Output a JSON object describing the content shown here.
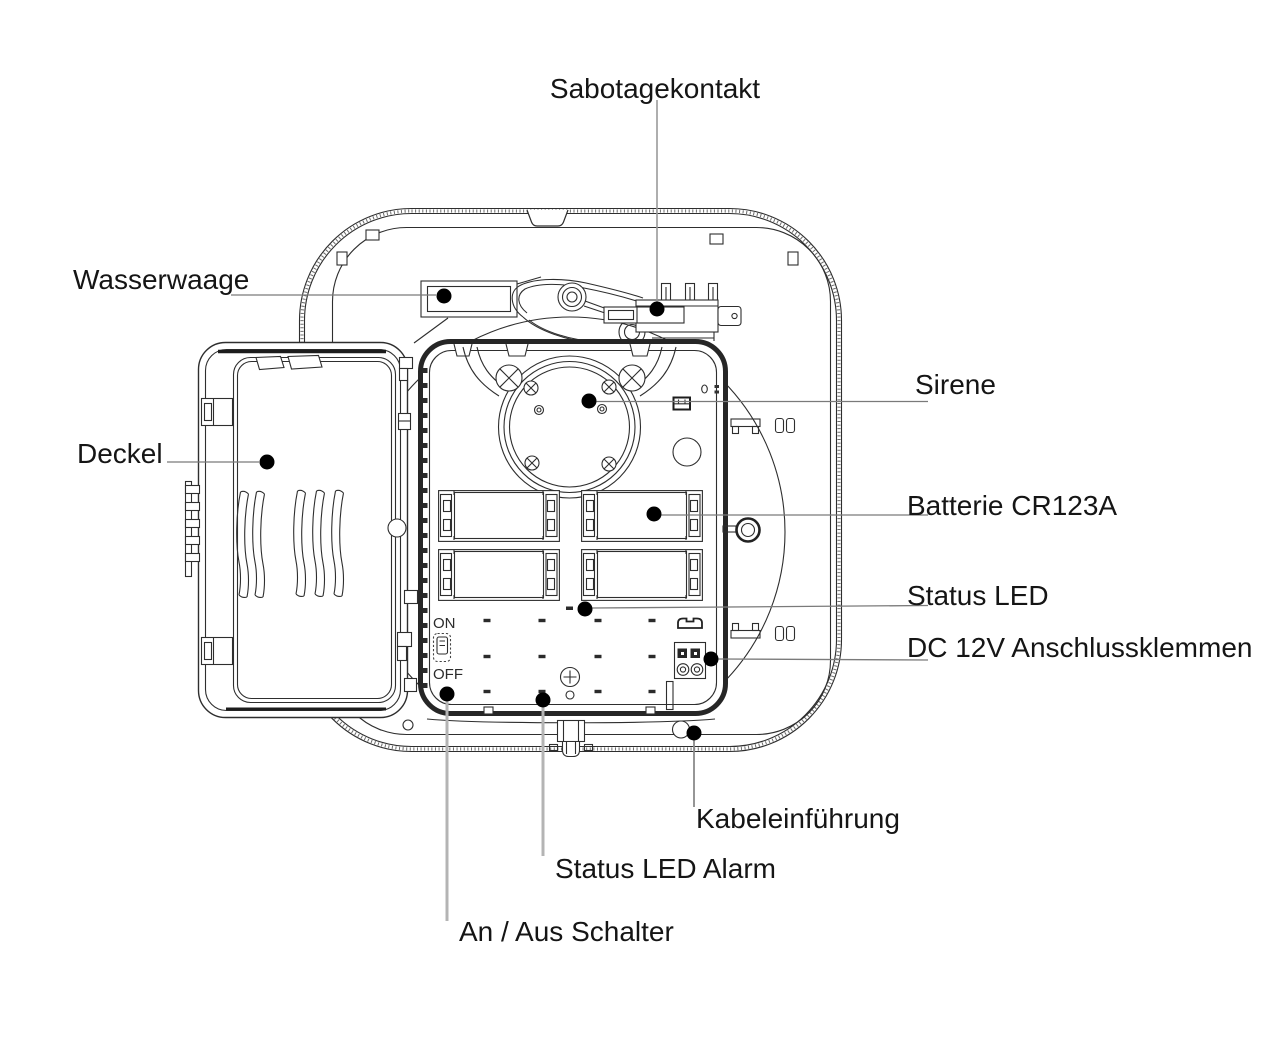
{
  "figure": {
    "labels": {
      "sabotagekontakt": "Sabotagekontakt",
      "wasserwaage": "Wasserwaage",
      "deckel": "Deckel",
      "sirene": "Sirene",
      "batterie": "Batterie CR123A",
      "status_led": "Status LED",
      "dc12v": "DC 12V Anschlussklemmen",
      "kabeleinfuehrung": "Kabeleinführung",
      "status_led_alarm": "Status LED Alarm",
      "an_aus_schalter": "An / Aus Schalter"
    },
    "switch_markings": {
      "on": "ON",
      "off": "OFF"
    },
    "colors": {
      "background": "#ffffff",
      "line": "#2e2e2e",
      "line_heavy": "#262626",
      "leader": "#7a7a7a",
      "leader_light": "#b4b4b4",
      "dot": "#000000"
    }
  }
}
